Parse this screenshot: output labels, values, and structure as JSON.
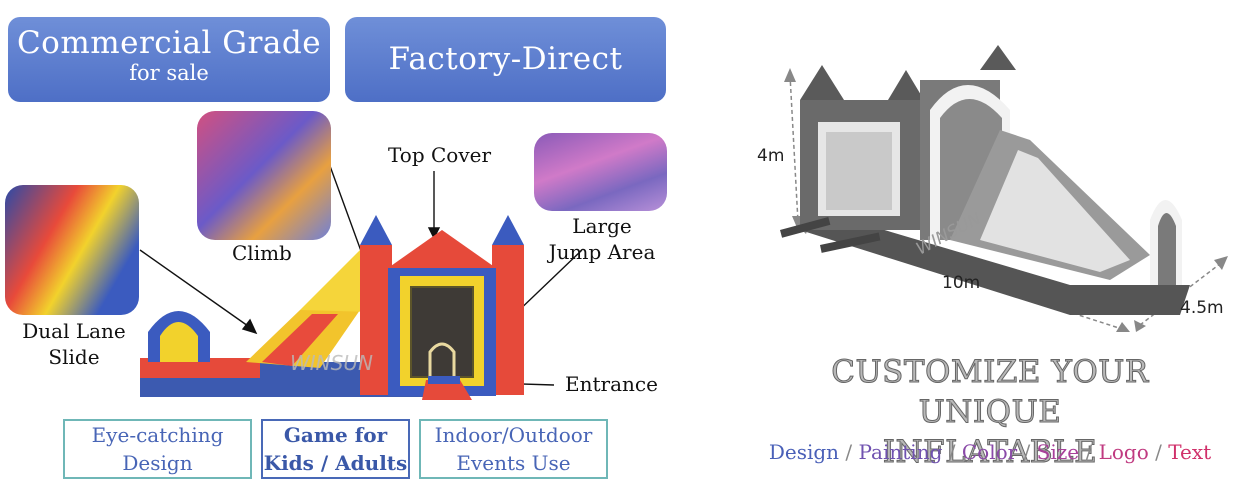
{
  "header": {
    "badge1_line1": "Commercial Grade",
    "badge1_line2": "for sale",
    "badge2": "Factory-Direct"
  },
  "callouts": {
    "top_cover": "Top Cover",
    "large_jump_1": "Large",
    "large_jump_2": "Jump Area",
    "climb": "Climb",
    "dual_lane_1": "Dual Lane",
    "dual_lane_2": "Slide",
    "entrance": "Entrance"
  },
  "features": [
    {
      "line1": "Eye-catching",
      "line2": "Design"
    },
    {
      "line1": "Game for",
      "line2": "Kids / Adults"
    },
    {
      "line1": "Indoor/Outdoor",
      "line2": "Events Use"
    }
  ],
  "dimensions": {
    "height": "4m",
    "length": "10m",
    "width": "4.5m"
  },
  "customize": {
    "line1": "CUSTOMIZE YOUR UNIQUE",
    "line2": "INFLATABLE",
    "options": [
      {
        "label": "Design",
        "color": "#4a60b8"
      },
      {
        "label": "Painting",
        "color": "#7052b0"
      },
      {
        "label": "Color",
        "color": "#8a4aa8"
      },
      {
        "label": "Size",
        "color": "#a8409a"
      },
      {
        "label": "Logo",
        "color": "#c03a80"
      },
      {
        "label": "Text",
        "color": "#d0306a"
      }
    ],
    "separator": "/"
  },
  "brand": {
    "watermark": "WINSUN"
  }
}
